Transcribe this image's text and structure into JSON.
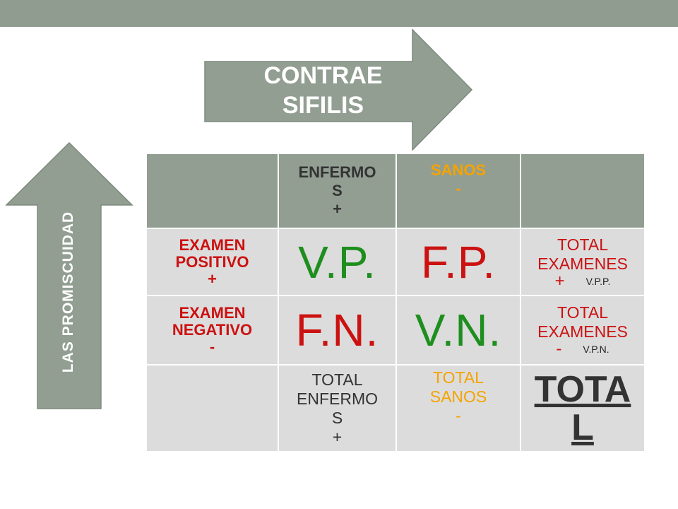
{
  "colors": {
    "accent_gray": "#929e92",
    "cell_gray": "#dcdcdc",
    "red": "#cc1111",
    "green": "#1e8e1e",
    "orange": "#f5a300",
    "dark": "#333333",
    "white": "#ffffff"
  },
  "arrows": {
    "right": {
      "line1": "CONTRAE",
      "line2": "SIFILIS"
    },
    "up": {
      "label": "LAS PROMISCUIDAD"
    }
  },
  "table": {
    "header": {
      "enfermos": {
        "line1": "ENFERMO",
        "line2": "S",
        "line3": "+"
      },
      "sanos": {
        "line1": "SANOS",
        "line2": "-"
      }
    },
    "row_positive": {
      "label": {
        "line1": "EXAMEN",
        "line2": "POSITIVO",
        "line3": "+"
      },
      "vp": "V.P.",
      "fp": "F.P.",
      "total": {
        "line1": "TOTAL",
        "line2": "EXAMENES",
        "sign": "+",
        "note": "V.P.P."
      }
    },
    "row_negative": {
      "label": {
        "line1": "EXAMEN",
        "line2": "NEGATIVO",
        "line3": "-"
      },
      "fn": "F.N.",
      "vn": "V.N.",
      "total": {
        "line1": "TOTAL",
        "line2": "EXAMENES",
        "sign": "-",
        "note": "V.P.N."
      }
    },
    "row_totals": {
      "enfermos": {
        "line1": "TOTAL",
        "line2": "ENFERMO",
        "line3": "S",
        "line4": "+"
      },
      "sanos": {
        "line1": "TOTAL",
        "line2": "SANOS",
        "line3": "-"
      },
      "grand": {
        "line1": "TOTA",
        "line2": "L"
      }
    }
  }
}
